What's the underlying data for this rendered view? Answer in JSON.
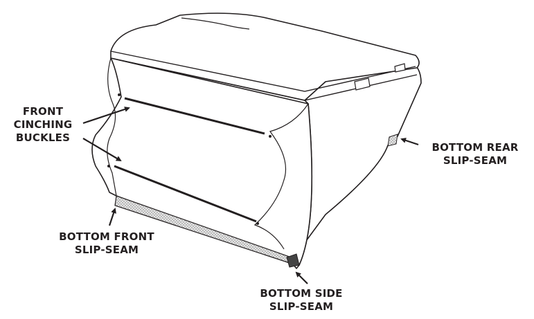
{
  "diagram": {
    "callouts": {
      "front_cinching_buckles": {
        "line1": "FRONT",
        "line2": "CINCHING",
        "line3": "BUCKLES"
      },
      "bottom_rear_slip_seam": {
        "line1": "BOTTOM REAR",
        "line2": "SLIP-SEAM"
      },
      "bottom_front_slip_seam": {
        "line1": "BOTTOM FRONT",
        "line2": "SLIP-SEAM"
      },
      "bottom_side_slip_seam": {
        "line1": "BOTTOM SIDE",
        "line2": "SLIP-SEAM"
      }
    },
    "colors": {
      "outline": "#231f20",
      "fill": "#ffffff",
      "seam_fill": "#d9d9d9",
      "label_text": "#231f20"
    }
  }
}
